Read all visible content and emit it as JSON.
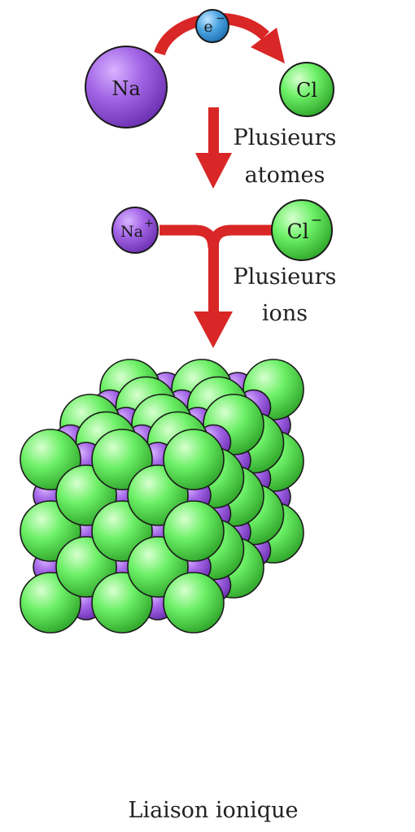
{
  "atoms": {
    "sodium_symbol": "Na",
    "chlorine_symbol": "Cl",
    "electron_symbol": "e",
    "electron_charge": "−"
  },
  "ions": {
    "sodium_symbol": "Na",
    "sodium_charge": "+",
    "chlorine_symbol": "Cl",
    "chlorine_charge": "−"
  },
  "steps": {
    "step1_line1": "Plusieurs",
    "step1_line2": "atomes",
    "step2_line1": "Plusieurs",
    "step2_line2": "ions"
  },
  "caption": "Liaison ionique",
  "colors": {
    "sodium": "#9b59d6",
    "chlorine": "#5fe65a",
    "electron": "#4aa3e0",
    "arrow": "#d92626",
    "outline": "#1a1a1a"
  }
}
